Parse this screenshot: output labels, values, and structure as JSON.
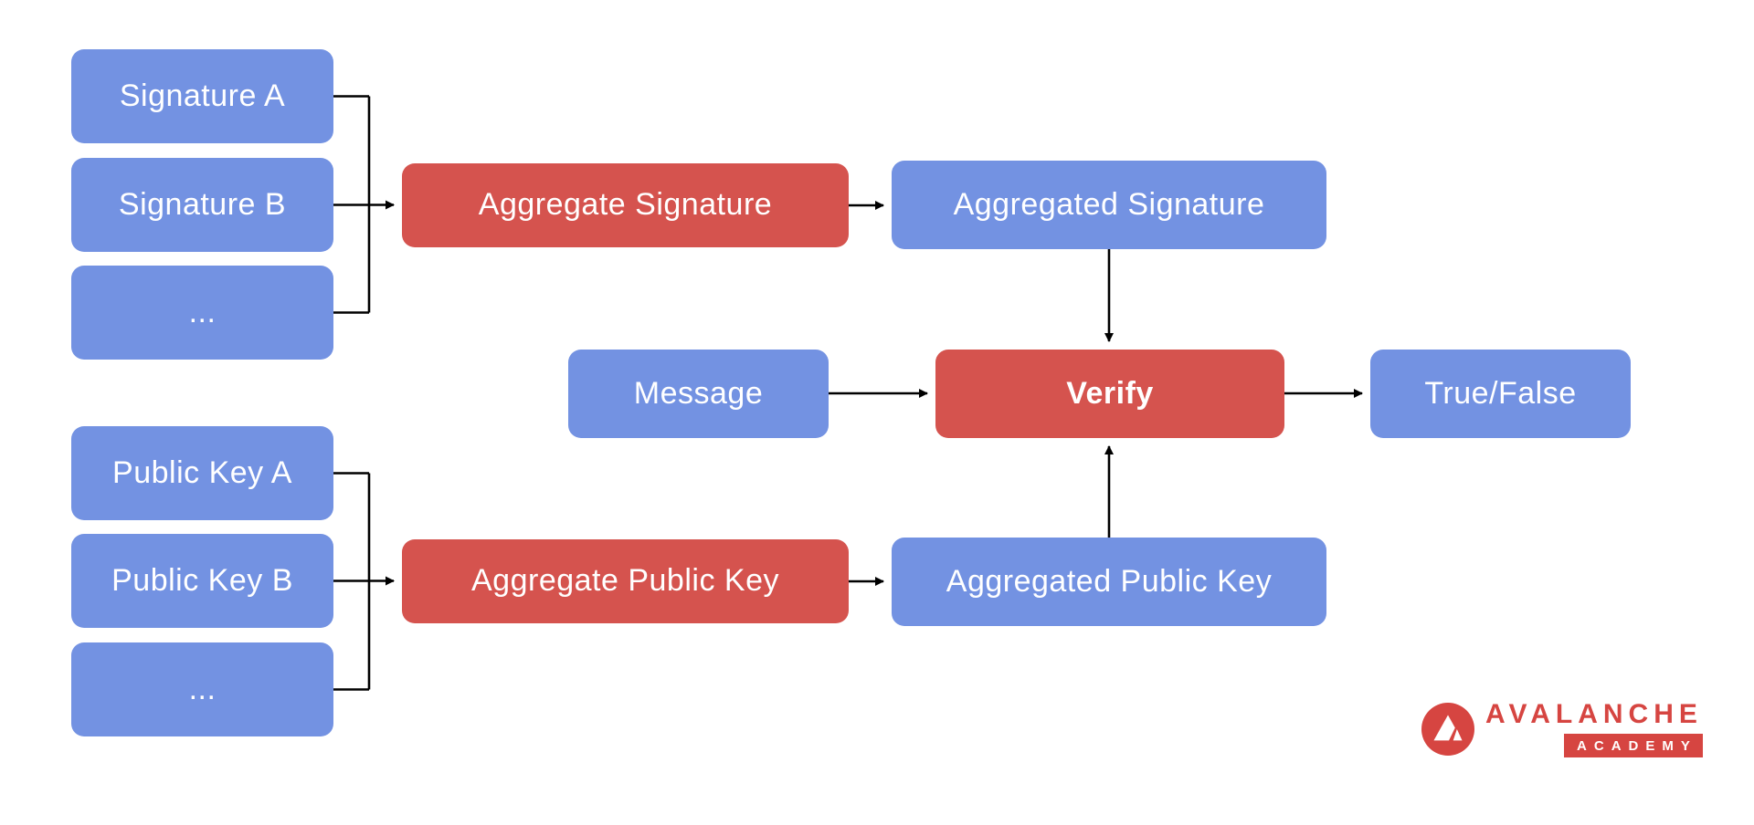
{
  "diagram": {
    "nodes": {
      "signature_a": {
        "label": "Signature A"
      },
      "signature_b": {
        "label": "Signature B"
      },
      "signature_more": {
        "label": "..."
      },
      "aggregate_signature": {
        "label": "Aggregate Signature"
      },
      "aggregated_signature": {
        "label": "Aggregated Signature"
      },
      "message": {
        "label": "Message"
      },
      "verify": {
        "label": "Verify"
      },
      "true_false": {
        "label": "True/False"
      },
      "public_key_a": {
        "label": "Public Key A"
      },
      "public_key_b": {
        "label": "Public Key B"
      },
      "public_key_more": {
        "label": "..."
      },
      "aggregate_public_key": {
        "label": "Aggregate Public Key"
      },
      "aggregated_public_key": {
        "label": "Aggregated Public Key"
      }
    }
  },
  "logo": {
    "brand": "AVALANCHE",
    "sub": "ACADEMY"
  },
  "colors": {
    "blue": "#7392E2",
    "red": "#D5534E",
    "logo_red": "#D64541",
    "line": "#000000"
  }
}
